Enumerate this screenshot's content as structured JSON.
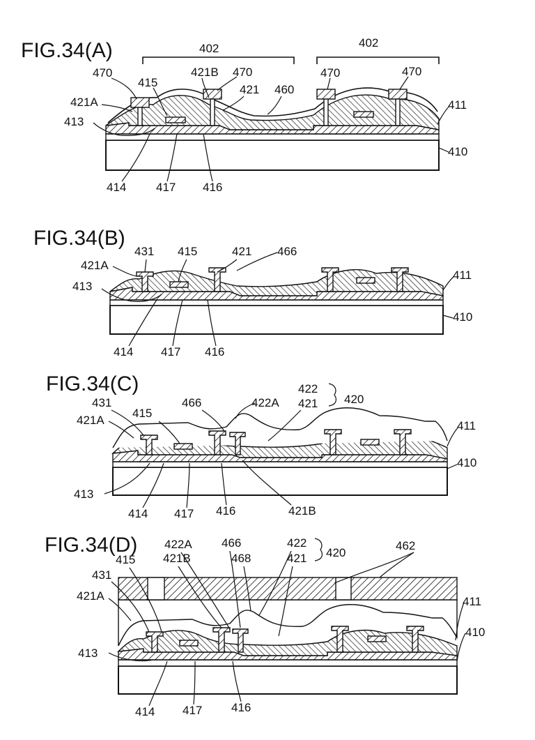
{
  "figures": [
    {
      "id": "A",
      "title": "FIG.34(A)",
      "labels": [
        "402",
        "402",
        "470",
        "415",
        "421B",
        "470",
        "470",
        "470",
        "421A",
        "421",
        "460",
        "411",
        "413",
        "410",
        "414",
        "417",
        "416"
      ]
    },
    {
      "id": "B",
      "title": "FIG.34(B)",
      "labels": [
        "431",
        "415",
        "421",
        "466",
        "421A",
        "411",
        "413",
        "410",
        "414",
        "417",
        "416"
      ]
    },
    {
      "id": "C",
      "title": "FIG.34(C)",
      "labels": [
        "422",
        "431",
        "415",
        "466",
        "422A",
        "421",
        "420",
        "421A",
        "411",
        "410",
        "413",
        "414",
        "417",
        "416",
        "421B"
      ]
    },
    {
      "id": "D",
      "title": "FIG.34(D)",
      "labels": [
        "422A",
        "466",
        "422",
        "420",
        "462",
        "415",
        "421B",
        "468",
        "421",
        "431",
        "421A",
        "411",
        "410",
        "413",
        "414",
        "417",
        "416"
      ]
    }
  ]
}
